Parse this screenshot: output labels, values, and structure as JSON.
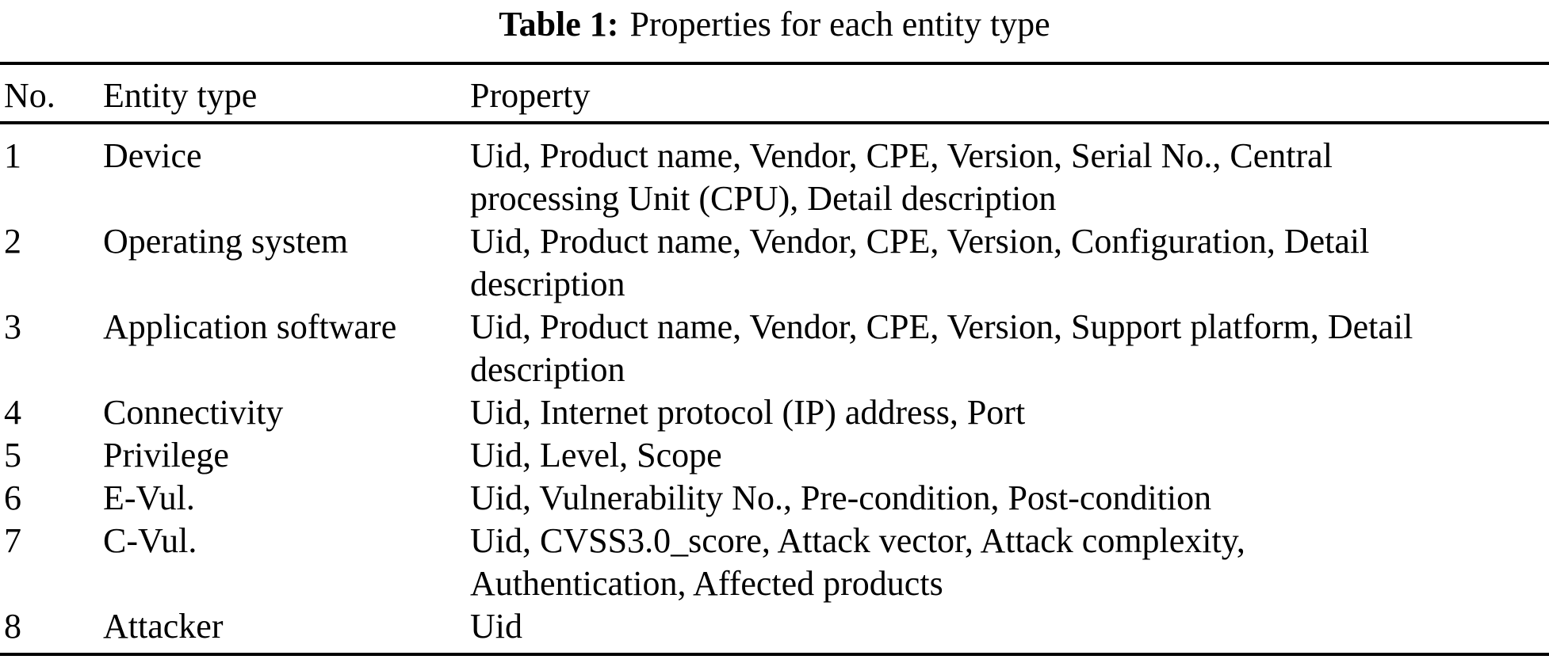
{
  "caption": {
    "label": "Table 1:",
    "text": "Properties for each entity type"
  },
  "table": {
    "headers": {
      "no": "No.",
      "entity_type": "Entity type",
      "property": "Property"
    },
    "rows": [
      {
        "no": "1",
        "entity_type": "Device",
        "property": "Uid, Product name, Vendor, CPE, Version, Serial No., Central\nprocessing Unit (CPU), Detail description"
      },
      {
        "no": "2",
        "entity_type": "Operating system",
        "property": "Uid, Product name, Vendor, CPE, Version, Configuration, Detail\ndescription"
      },
      {
        "no": "3",
        "entity_type": "Application software",
        "property": "Uid, Product name, Vendor, CPE, Version, Support platform, Detail\ndescription"
      },
      {
        "no": "4",
        "entity_type": "Connectivity",
        "property": "Uid, Internet protocol (IP) address, Port"
      },
      {
        "no": "5",
        "entity_type": "Privilege",
        "property": "Uid, Level, Scope"
      },
      {
        "no": "6",
        "entity_type": "E-Vul.",
        "property": "Uid, Vulnerability No., Pre-condition, Post-condition"
      },
      {
        "no": "7",
        "entity_type": "C-Vul.",
        "property": "Uid, CVSS3.0_score, Attack vector, Attack complexity,\nAuthentication, Affected products"
      },
      {
        "no": "8",
        "entity_type": "Attacker",
        "property": "Uid"
      }
    ]
  },
  "colors": {
    "text": "#000000",
    "background": "#ffffff",
    "rule": "#000000"
  }
}
